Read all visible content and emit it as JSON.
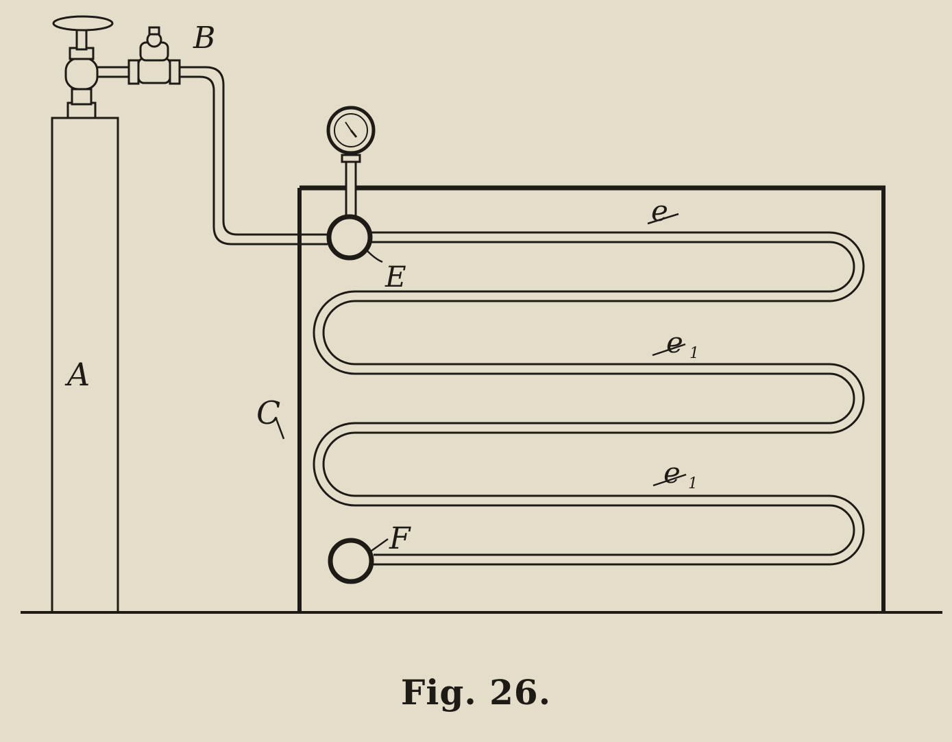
{
  "labels": {
    "cylinder": "A",
    "valve": "B",
    "vessel": "C",
    "coil_top": "e",
    "coil_mid": "e",
    "coil_low": "e",
    "coil_sub": "1",
    "inlet": "E",
    "outlet": "F"
  },
  "caption": "Fig. 26.",
  "colors": {
    "ink": "#1e1b17",
    "paper": "#e3ddc9"
  }
}
